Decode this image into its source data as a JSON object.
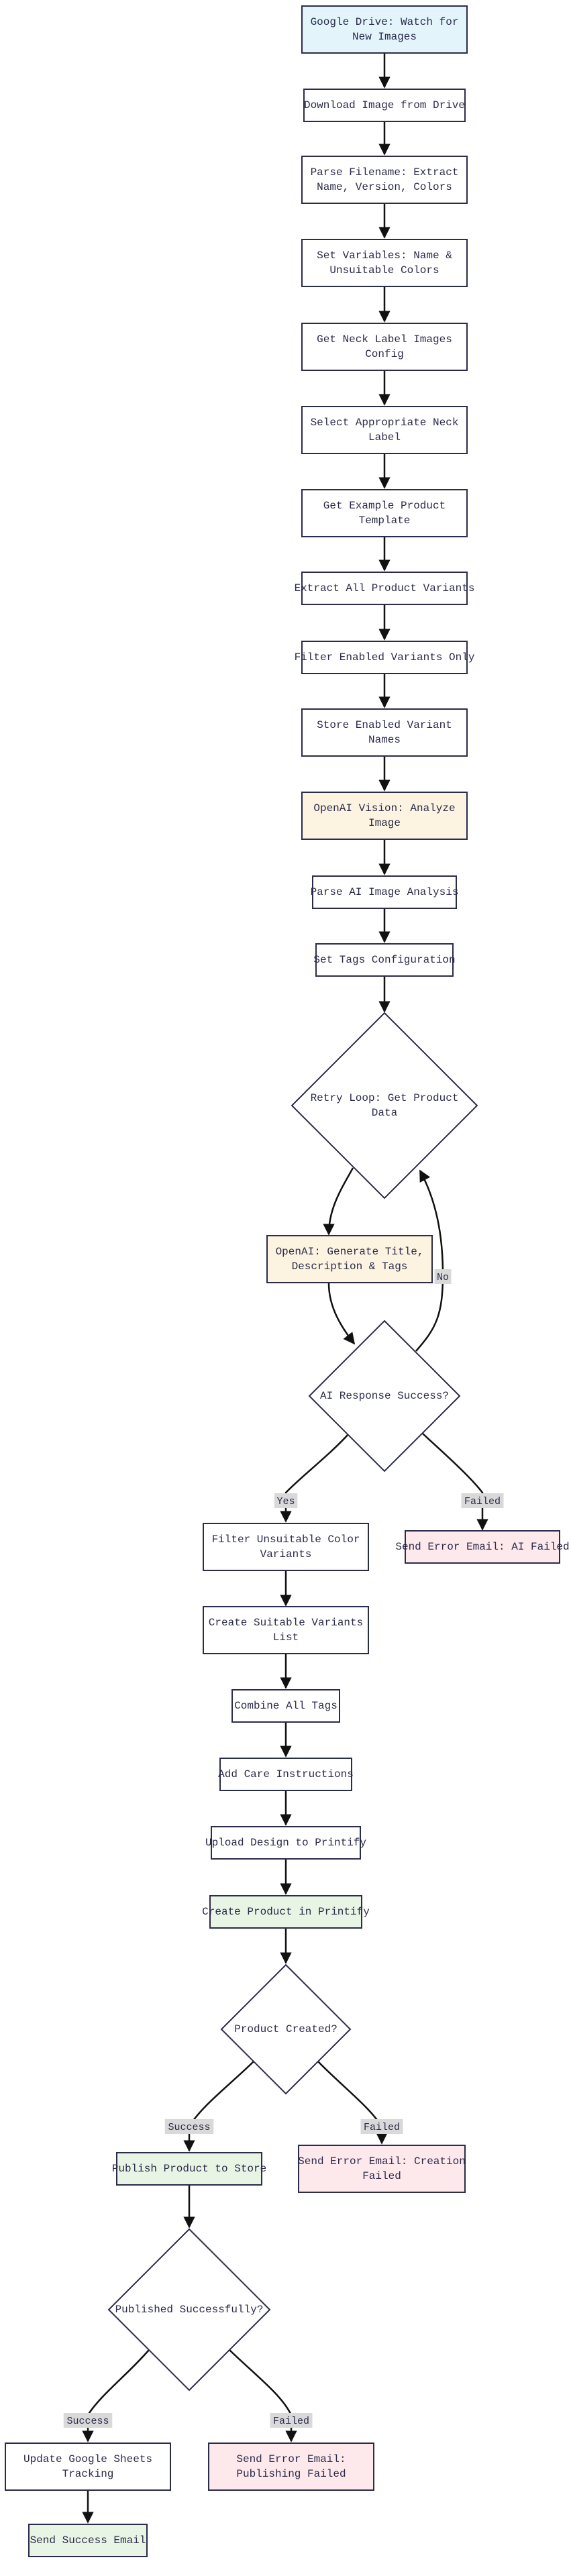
{
  "colors": {
    "default": "#ffffff",
    "trigger": "#e3f4fb",
    "ai": "#fdf3e1",
    "error": "#fde8ec",
    "success": "#e8f4e4",
    "stroke": "#2b2b4a"
  },
  "nodes": {
    "gdrive_watch": {
      "label": "Google Drive: Watch for New Images",
      "style": "trigger"
    },
    "download_image": {
      "label": "Download Image from Drive",
      "style": "default"
    },
    "parse_filename": {
      "label": "Parse Filename: Extract Name, Version, Colors",
      "style": "default"
    },
    "set_variables": {
      "label": "Set Variables: Name & Unsuitable Colors",
      "style": "default"
    },
    "get_neck_labels": {
      "label": "Get Neck Label Images Config",
      "style": "default"
    },
    "select_neck_label": {
      "label": "Select Appropriate Neck Label",
      "style": "default"
    },
    "get_template": {
      "label": "Get Example Product Template",
      "style": "default"
    },
    "extract_variants": {
      "label": "Extract All Product Variants",
      "style": "default"
    },
    "filter_enabled": {
      "label": "Filter Enabled Variants Only",
      "style": "default"
    },
    "store_enabled": {
      "label": "Store Enabled Variant Names",
      "style": "default"
    },
    "openai_vision": {
      "label": "OpenAI Vision: Analyze Image",
      "style": "ai"
    },
    "parse_ai": {
      "label": "Parse AI Image Analysis",
      "style": "default"
    },
    "set_tags": {
      "label": "Set Tags Configuration",
      "style": "default"
    },
    "retry_loop": {
      "label": "Retry Loop: Get Product Data",
      "style": "default"
    },
    "openai_generate": {
      "label": "OpenAI: Generate Title, Description & Tags",
      "style": "ai"
    },
    "ai_success": {
      "label": "AI Response Success?",
      "style": "default"
    },
    "filter_unsuitable": {
      "label": "Filter Unsuitable Color Variants",
      "style": "default"
    },
    "error_ai": {
      "label": "Send Error Email: AI Failed",
      "style": "error"
    },
    "create_suitable": {
      "label": "Create Suitable Variants List",
      "style": "default"
    },
    "combine_tags": {
      "label": "Combine All Tags",
      "style": "default"
    },
    "add_care": {
      "label": "Add Care Instructions",
      "style": "default"
    },
    "upload_design": {
      "label": "Upload Design to Printify",
      "style": "default"
    },
    "create_product": {
      "label": "Create Product in Printify",
      "style": "success"
    },
    "product_created": {
      "label": "Product Created?",
      "style": "default"
    },
    "publish_product": {
      "label": "Publish Product to Store",
      "style": "success"
    },
    "error_creation": {
      "label": "Send Error Email: Creation Failed",
      "style": "error"
    },
    "published_ok": {
      "label": "Published Successfully?",
      "style": "default"
    },
    "update_sheets": {
      "label": "Update Google Sheets Tracking",
      "style": "default"
    },
    "error_publishing": {
      "label": "Send Error Email: Publishing Failed",
      "style": "error"
    },
    "send_success": {
      "label": "Send Success Email",
      "style": "success"
    }
  },
  "edge_labels": {
    "ai_no": "No",
    "ai_yes": "Yes",
    "ai_failed": "Failed",
    "created_success": "Success",
    "created_failed": "Failed",
    "published_success": "Success",
    "published_failed": "Failed"
  }
}
